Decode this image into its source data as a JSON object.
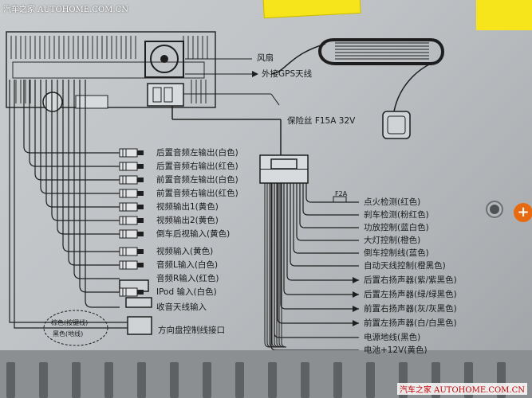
{
  "watermark": {
    "top_left": "汽车之家  AUTOHOME.COM.CN",
    "bottom_right": "汽车之家 AUTOHOME.COM.CN"
  },
  "colors": {
    "accent": "#e86a10",
    "sticker": "#f6e51b"
  },
  "top_labels": {
    "fan": "风扇",
    "gps": "外接GPS天线",
    "fuse": "保险丝 F15A 32V"
  },
  "fuse_small": "F2A",
  "left_outputs": [
    "后置音频左输出(白色)",
    "后置音频右输出(红色)",
    "前置音频左输出(白色)",
    "前置音频右输出(红色)",
    "视频输出1(黄色)",
    "视频输出2(黄色)",
    "倒车后视输入(黄色)"
  ],
  "left_inputs": [
    "视频输入(黄色)",
    "音频L输入(白色)",
    "音频R输入(红色)",
    "IPod 输入(白色)",
    "收音天线输入"
  ],
  "steering": {
    "label": "方向盘控制线接口",
    "note1": "棕色(按键线)",
    "note2": "黑色(地线)"
  },
  "right_wires": [
    "点火检测(红色)",
    "刹车检测(粉红色)",
    "功放控制(蓝白色)",
    "大灯控制(橙色)",
    "倒车控制线(蓝色)",
    "自动天线控制(橙黑色)",
    "后置右扬声器(紫/紫黑色)",
    "后置左扬声器(绿/绿黑色)",
    "前置右扬声器(灰/灰黑色)",
    "前置左扬声器(白/白黑色)",
    "电源地线(黑色)",
    "电池+12V(黄色)"
  ]
}
